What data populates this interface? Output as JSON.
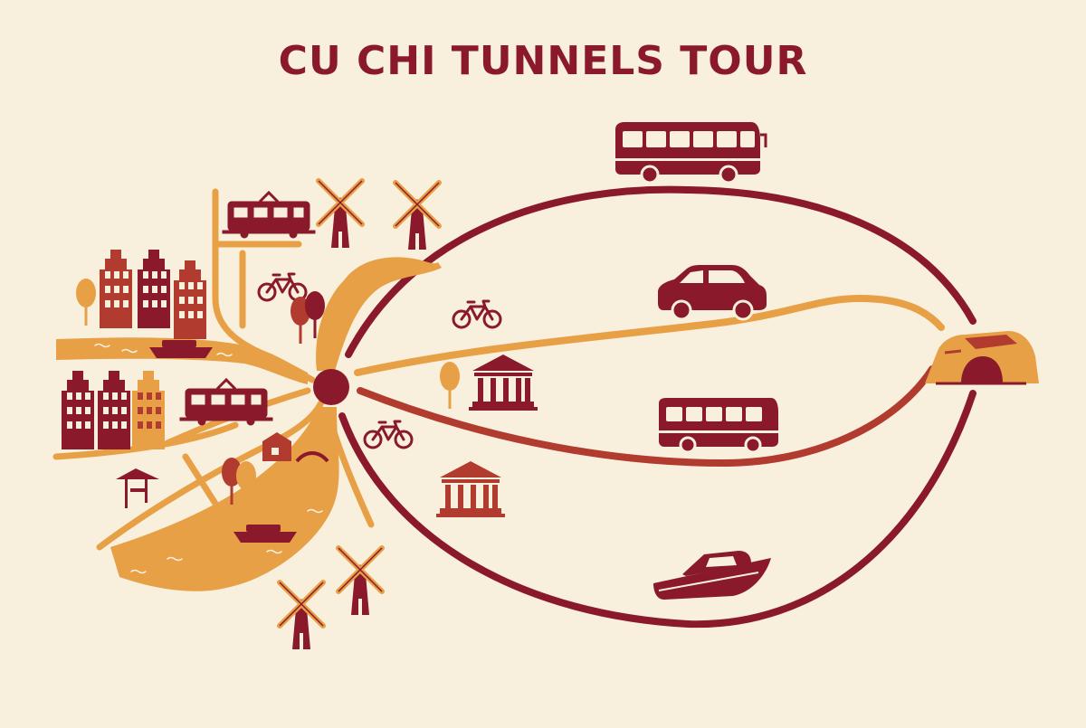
{
  "title": "CU CHI TUNNELS TOUR",
  "colors": {
    "background": "#f8f0dd",
    "dark_red": "#8a1a2b",
    "brick": "#b03b2e",
    "orange": "#e8a046",
    "tan": "#d98c4f"
  },
  "routes": [
    {
      "mode": "bus",
      "icon": "bus-icon",
      "color": "#8a1a2b"
    },
    {
      "mode": "car",
      "icon": "car-icon",
      "color": "#e8a046"
    },
    {
      "mode": "bus",
      "icon": "bus-icon",
      "color": "#b03b2e"
    },
    {
      "mode": "boat",
      "icon": "boat-icon",
      "color": "#8a1a2b"
    }
  ],
  "destination_icon": "tunnel-entrance-icon",
  "origin_icon": "city-hub-marker"
}
